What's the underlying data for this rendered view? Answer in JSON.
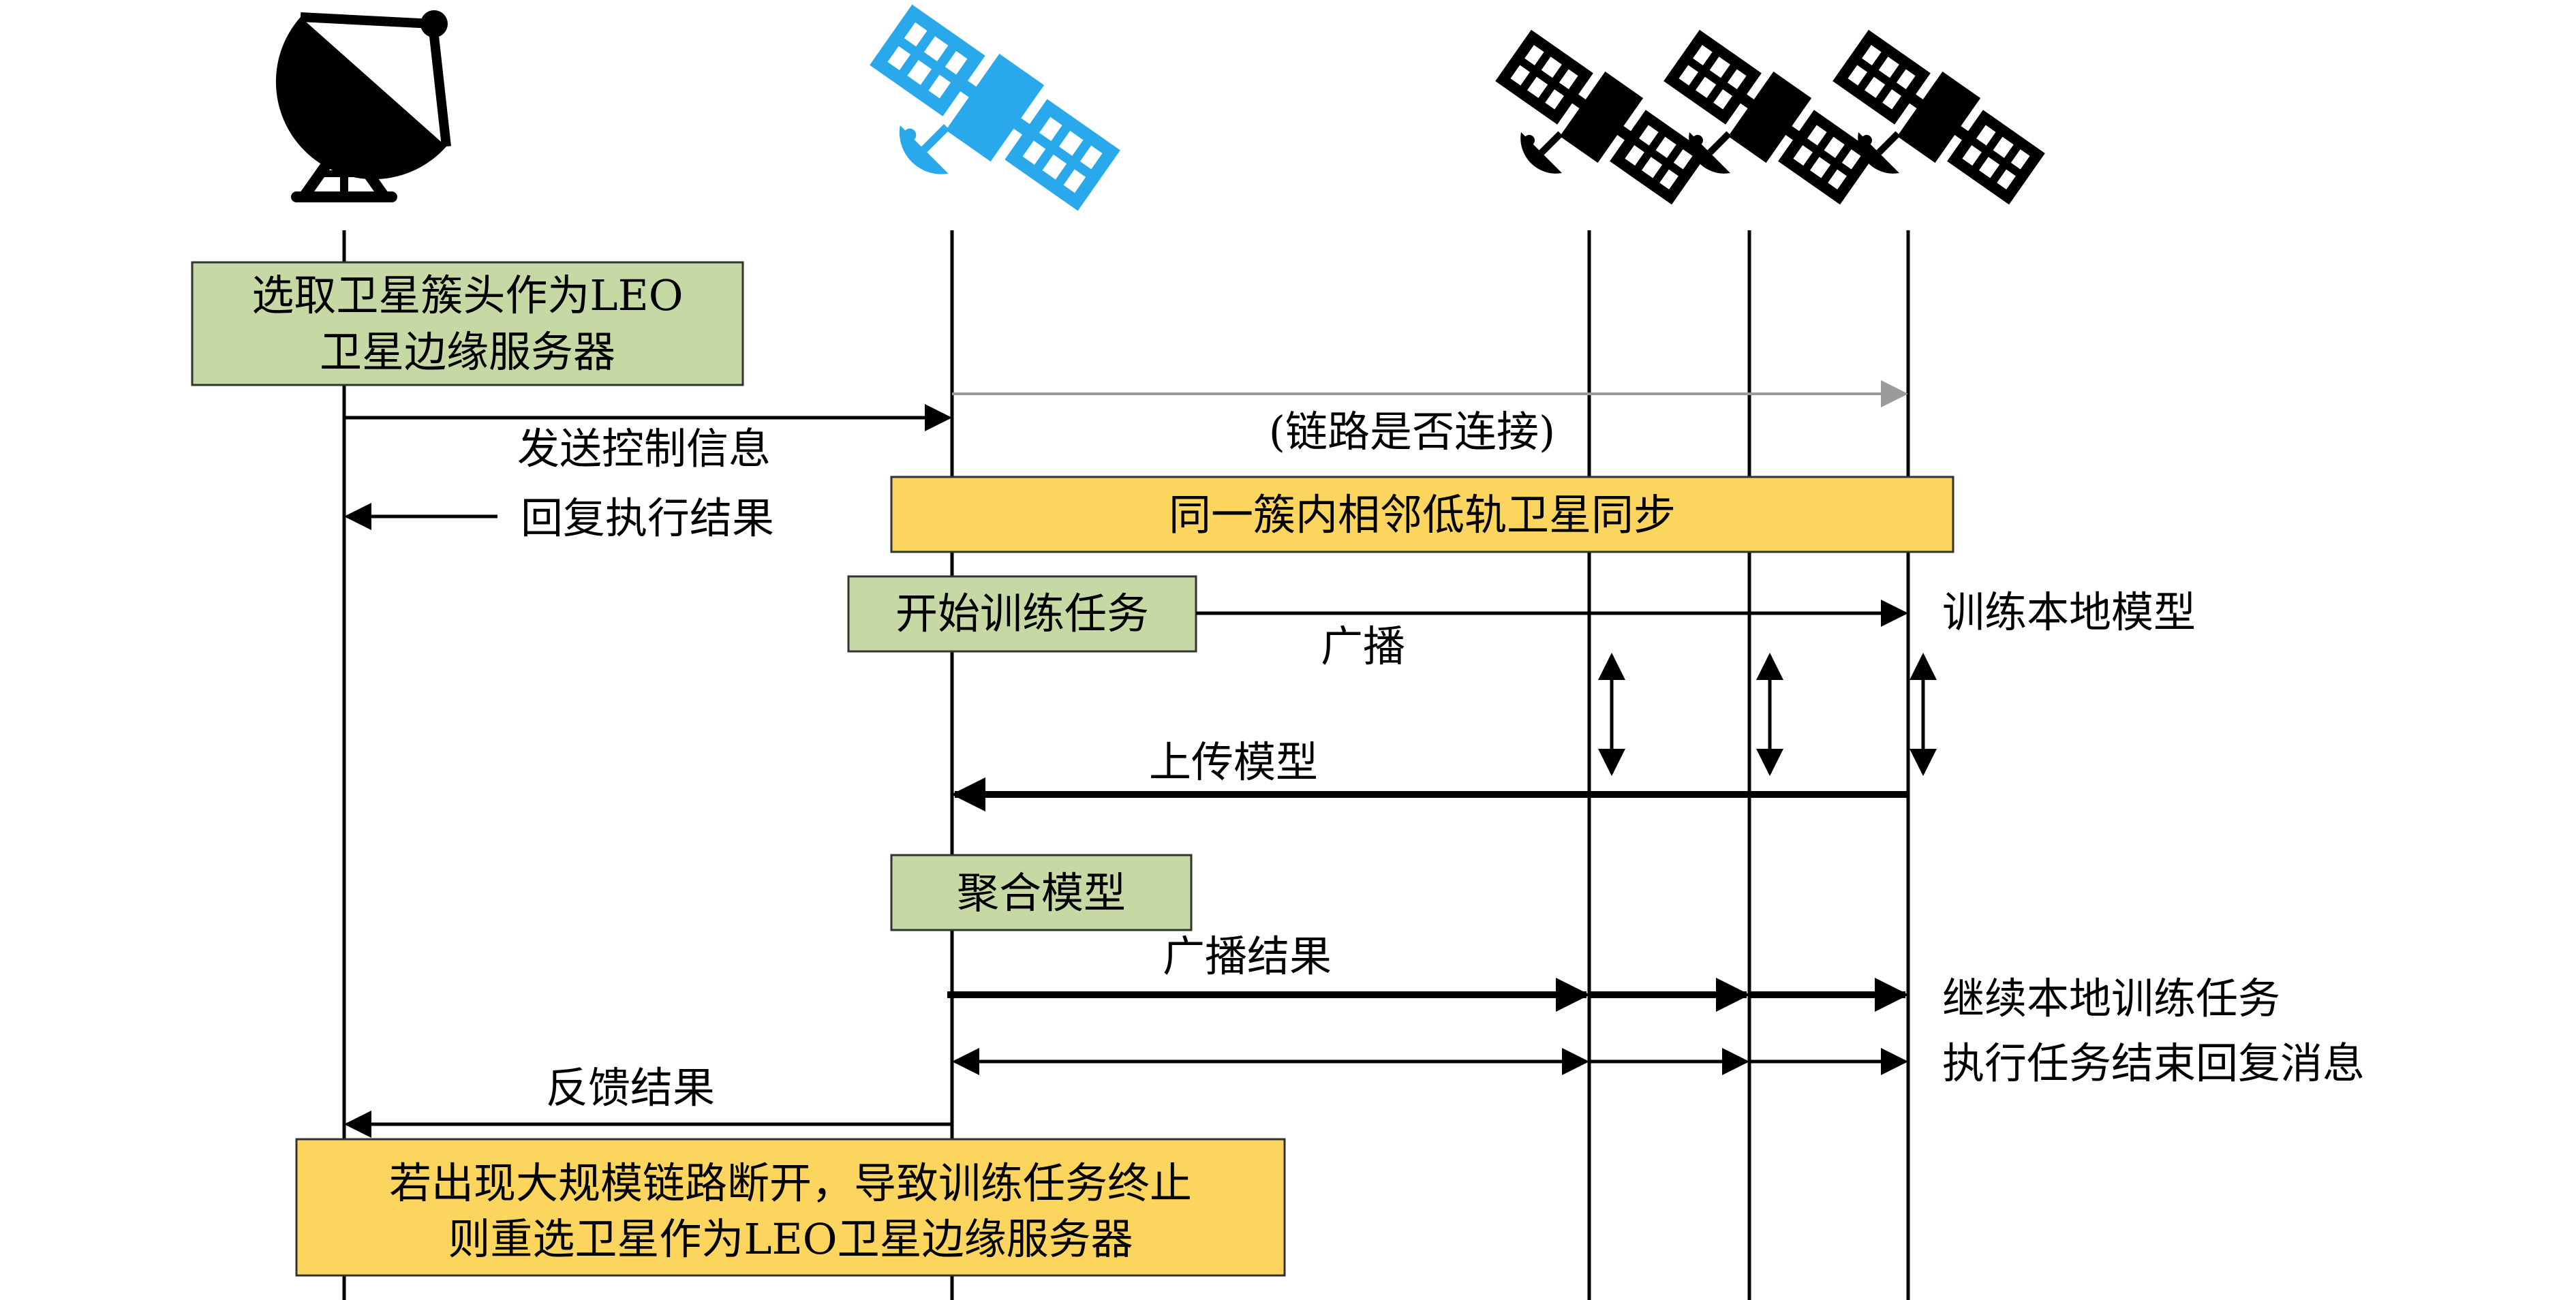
{
  "colors": {
    "green_box": "#c6d9a4",
    "yellow_box": "#fcd55f",
    "leader_icon": "#29a9ec",
    "gray_arrow": "#9a9a9a",
    "line": "#000000"
  },
  "icons": {
    "ground_station": "satellite-dish-icon",
    "leader_satellite": "satellite-icon",
    "member_satellites": [
      "satellite-icon",
      "satellite-icon",
      "satellite-icon"
    ]
  },
  "boxes": {
    "select_leader": [
      "选取卫星簇头作为LEO",
      "卫星边缘服务器"
    ],
    "sync": "同一簇内相邻低轨卫星同步",
    "start_training": "开始训练任务",
    "aggregate": "聚合模型",
    "reselect": [
      "若出现大规模链路断开，导致训练任务终止",
      "则重选卫星作为LEO卫星边缘服务器"
    ]
  },
  "messages": {
    "send_control": "发送控制信息",
    "link_check": "(链路是否连接)",
    "reply_result": "回复执行结果",
    "broadcast": "广播",
    "upload_model": "上传模型",
    "broadcast_result": "广播结果",
    "feedback_result": "反馈结果"
  },
  "side_labels": {
    "train_local": "训练本地模型",
    "continue_local": "继续本地训练任务",
    "finish_reply": "执行任务结束回复消息"
  }
}
